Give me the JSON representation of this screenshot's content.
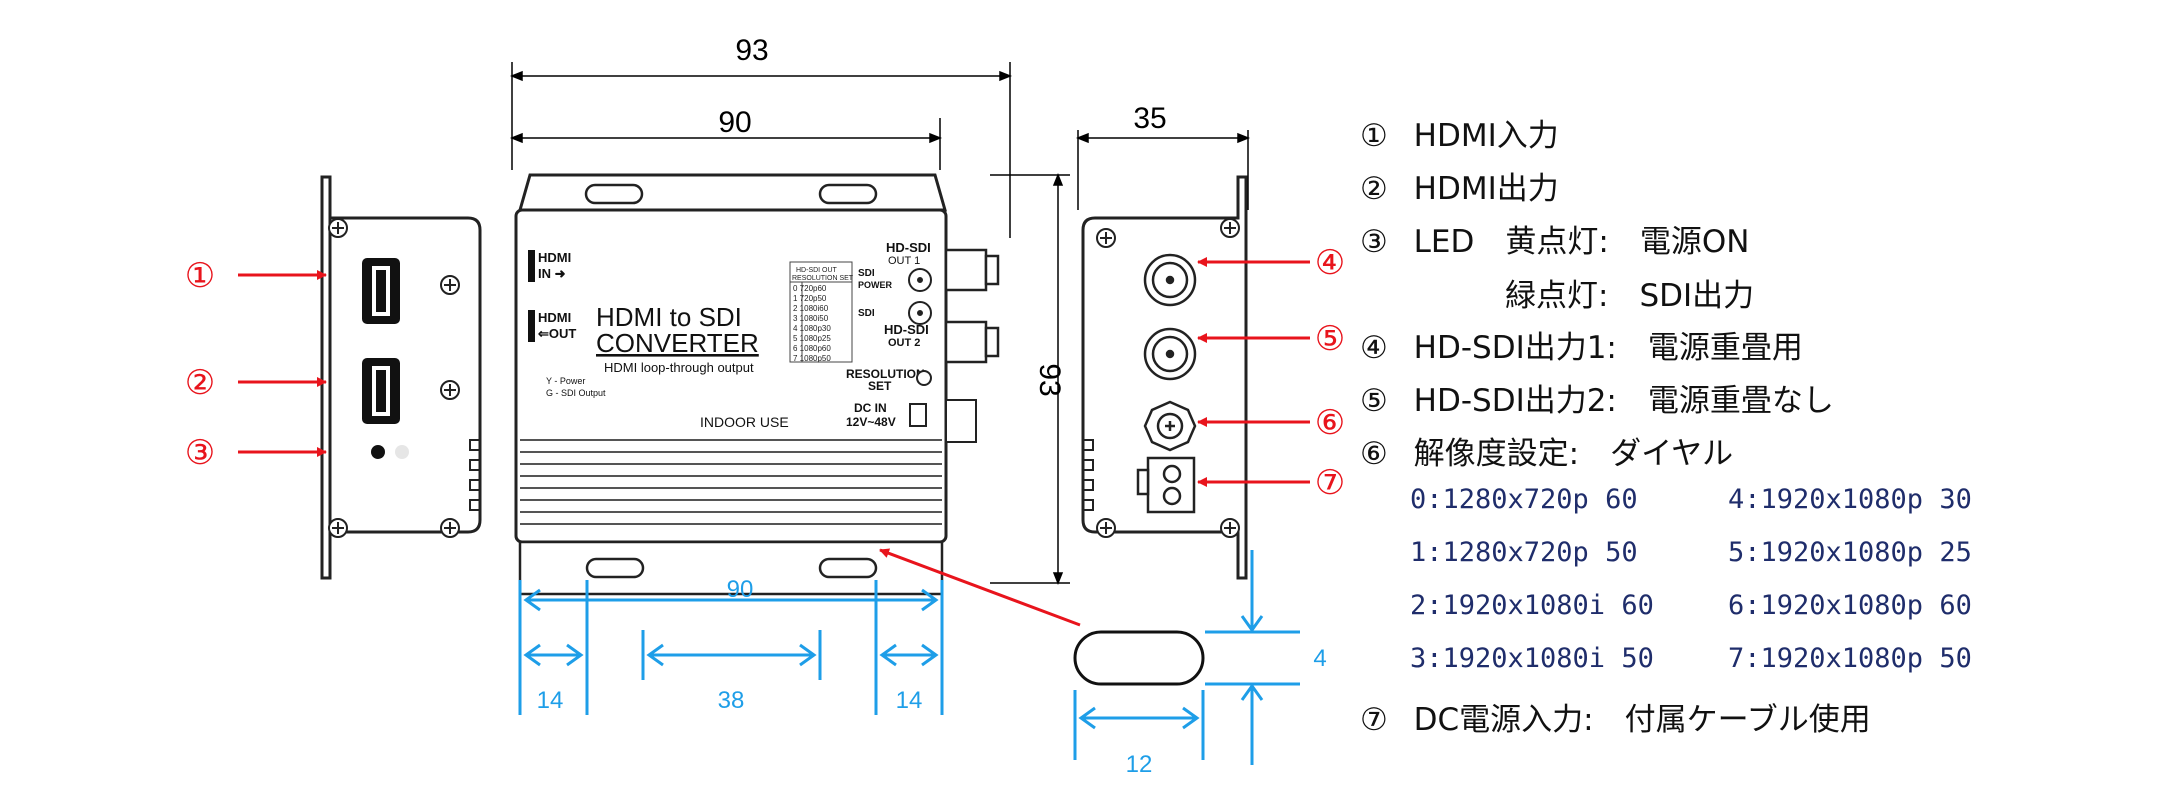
{
  "drawing": {
    "top_dim_overall": "93",
    "top_dim_body": "90",
    "side_width": "35",
    "height_dim": "93",
    "bottom_dim_span": "90",
    "bottom_dim_left": "14",
    "bottom_dim_mid": "38",
    "bottom_dim_right": "14",
    "slot_height": "4",
    "slot_width": "12",
    "markers_left": [
      "①",
      "②",
      "③"
    ],
    "markers_right": [
      "④",
      "⑤",
      "⑥",
      "⑦"
    ],
    "panel": {
      "hdmi_in": "HDMI\nIN",
      "hdmi_out": "HDMI\nOUT",
      "title_line1": "HDMI to SDI",
      "title_line2": "CONVERTER",
      "subtitle": "HDMI loop-through output",
      "led_legend1": "Y - Power",
      "led_legend2": "G - SDI Output",
      "indoor": "INDOOR USE",
      "sdi_out1": "HD-SDI",
      "sdi_out1b": "OUT 1",
      "sdi_power": "SDI",
      "sdi_power_b": "POWER",
      "sdi_plain": "SDI",
      "sdi_out2": "HD-SDI",
      "sdi_out2b": "OUT 2",
      "resolution": "RESOLUTION",
      "resolution_b": "SET",
      "dc_in": "DC IN",
      "dc_volts": "12V~48V",
      "res_table_header1": "HD-SDI OUT",
      "res_table_header2": "RESOLUTION SET",
      "res_table": [
        "0 720p60",
        "1 720p50",
        "2 1080i60",
        "3 1080i50",
        "4 1080p30",
        "5 1080p25",
        "6 1080p60",
        "7 1080p50"
      ]
    }
  },
  "specs": {
    "items": [
      {
        "num": "①",
        "text": "HDMI入力"
      },
      {
        "num": "②",
        "text": "HDMI出力"
      },
      {
        "num": "③",
        "text": "LED　黄点灯:　電源ON"
      },
      {
        "num": "",
        "text": "緑点灯:　SDI出力"
      },
      {
        "num": "④",
        "text": "HD-SDI出力1:　電源重畳用"
      },
      {
        "num": "⑤",
        "text": "HD-SDI出力2:　電源重畳なし"
      },
      {
        "num": "⑥",
        "text": "解像度設定:　ダイヤル"
      },
      {
        "num": "⑦",
        "text": "DC電源入力:　付属ケーブル使用"
      }
    ],
    "resolutions_left": [
      "0:1280x720p 60",
      "1:1280x720p 50",
      "2:1920x1080i 60",
      "3:1920x1080i 50"
    ],
    "resolutions_right": [
      "4:1920x1080p 30",
      "5:1920x1080p 25",
      "6:1920x1080p 60",
      "7:1920x1080p 50"
    ]
  },
  "colors": {
    "arrow": "#e8141c",
    "dim_blue": "#1e9ee8",
    "res_text": "#1f2d6b"
  }
}
